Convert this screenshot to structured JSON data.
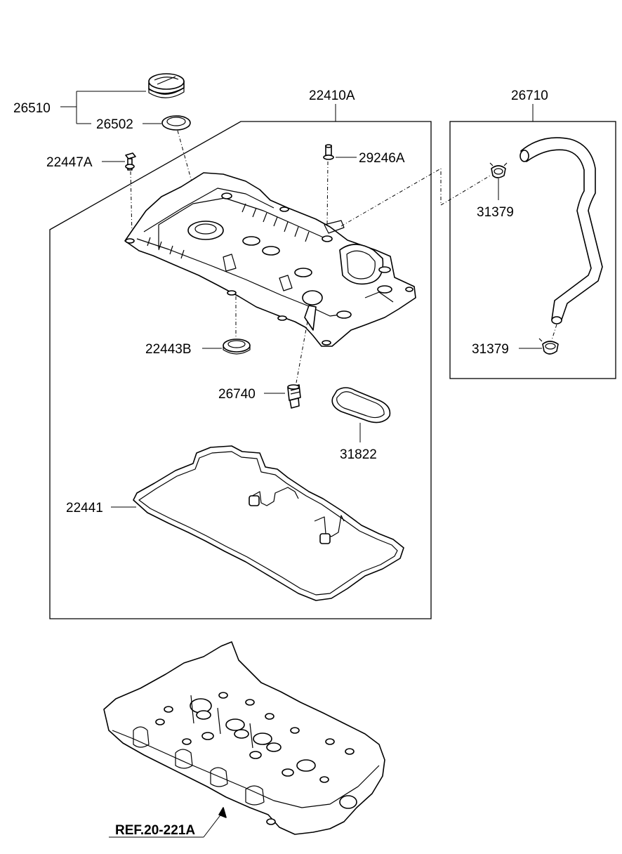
{
  "labels": {
    "cap_assy": "26510",
    "cap_gasket": "26502",
    "cover_assy": "22410A",
    "bolt": "22447A",
    "pcv_valve_bolt": "29246A",
    "breather_hose": "26710",
    "clamp_upper": "31379",
    "clamp_lower": "31379",
    "seal": "22443B",
    "pcv_valve": "26740",
    "gasket_small": "31822",
    "cover_gasket": "22441",
    "reference": "REF.20-221A"
  }
}
